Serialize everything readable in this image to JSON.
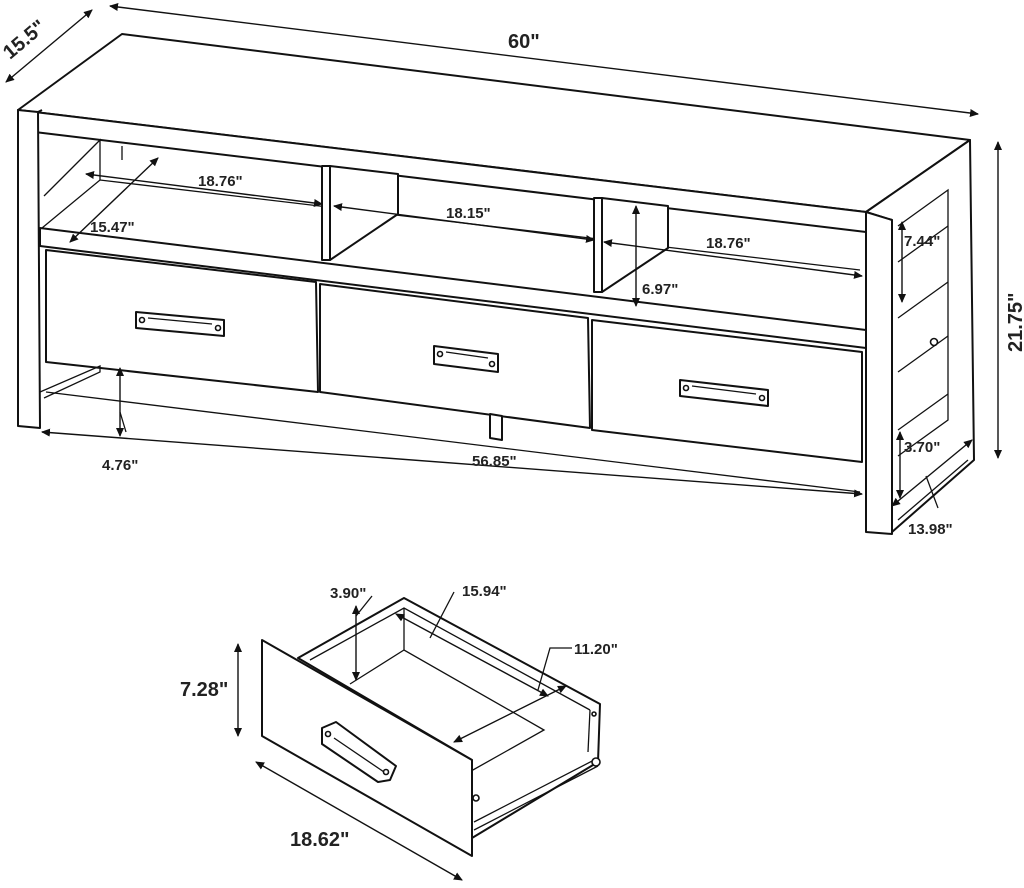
{
  "tv_stand": {
    "overall_width": "60\"",
    "overall_depth": "15.5\"",
    "overall_height": "21.75\"",
    "shelf_left_width": "18.76\"",
    "shelf_center_width": "18.15\"",
    "shelf_right_width": "18.76\"",
    "shelf_depth": "15.47\"",
    "shelf_opening_height": "6.97\"",
    "side_shelf_height": "7.44\"",
    "floor_clearance": "4.76\"",
    "inner_base_width": "56.85\"",
    "bottom_gap_height": "3.70\"",
    "inner_depth": "13.98\""
  },
  "drawer": {
    "inner_height": "3.90\"",
    "inner_length": "15.94\"",
    "inner_width": "11.20\"",
    "front_height": "7.28\"",
    "front_width": "18.62\""
  }
}
